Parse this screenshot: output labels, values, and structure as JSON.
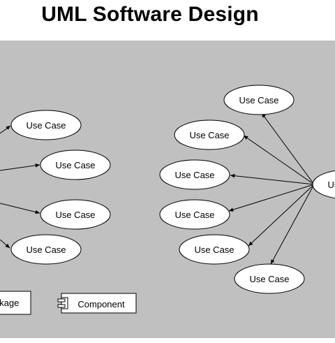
{
  "page": {
    "title": "UML Software Design",
    "canvas_color": "#c0c0c0"
  },
  "diagram": {
    "use_case_label": "Use Case",
    "left_use_cases": [
      {
        "label": "Use Case"
      },
      {
        "label": "Use Case"
      },
      {
        "label": "Use Case"
      },
      {
        "label": "Use Case"
      }
    ],
    "right_use_cases": [
      {
        "label": "Use Case"
      },
      {
        "label": "Use Case"
      },
      {
        "label": "Use Case"
      },
      {
        "label": "Use Case"
      },
      {
        "label": "Use Case"
      },
      {
        "label": "Use Case"
      }
    ],
    "right_hub_label": "Use Case",
    "package_label": "Package",
    "component_label": "Component"
  }
}
